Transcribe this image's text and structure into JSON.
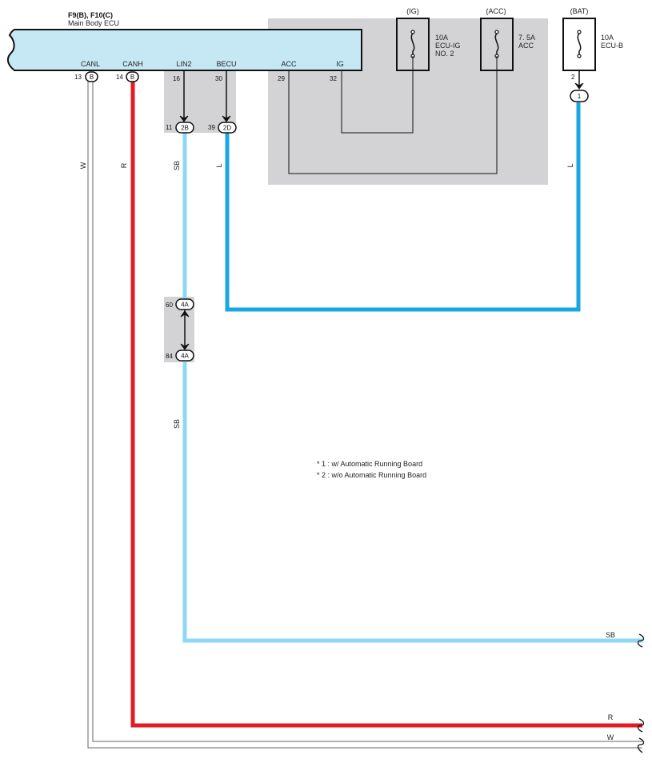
{
  "ecu": {
    "code": "F9(B), F10(C)",
    "name": "Main Body ECU",
    "pins": [
      "CANL",
      "CANH",
      "LIN2",
      "BECU",
      "ACC",
      "IG"
    ]
  },
  "fuses": {
    "ig": {
      "header": "(IG)",
      "rating": "10A",
      "name1": "ECU-IG",
      "name2": "NO. 2"
    },
    "acc": {
      "header": "(ACC)",
      "rating": "7. 5A",
      "name1": "ACC"
    },
    "bat": {
      "header": "(BAT)",
      "rating": "10A",
      "name1": "ECU-B"
    }
  },
  "pin_numbers": {
    "canl": "13",
    "canh": "14",
    "lin2": "16",
    "becu": "30",
    "acc": "29",
    "ig": "32",
    "bat": "2",
    "c11": "11",
    "c39": "39",
    "c60": "60",
    "c84": "84"
  },
  "connector_ids": {
    "canl": "B",
    "canh": "B",
    "lin2": "2B",
    "becu": "2D",
    "bat": "1",
    "j60": "4A",
    "j84": "4A"
  },
  "wire_colors": {
    "canl": "W",
    "canh": "R",
    "lin2": "SB",
    "becu": "L",
    "bat": "L",
    "lin2_lower": "SB",
    "out_sb": "SB",
    "out_r": "R",
    "out_w": "W"
  },
  "notes": [
    "* 1 : w/ Automatic Running Board",
    "* 2 : w/o Automatic Running Board"
  ],
  "colors": {
    "ecu_fill": "#c5e8f4",
    "shade": "#d3d3d5",
    "sb_wire": "#8ed8f6",
    "l_wire": "#1aa6e0",
    "r_wire": "#e31b23",
    "w_wire": "#666666"
  }
}
